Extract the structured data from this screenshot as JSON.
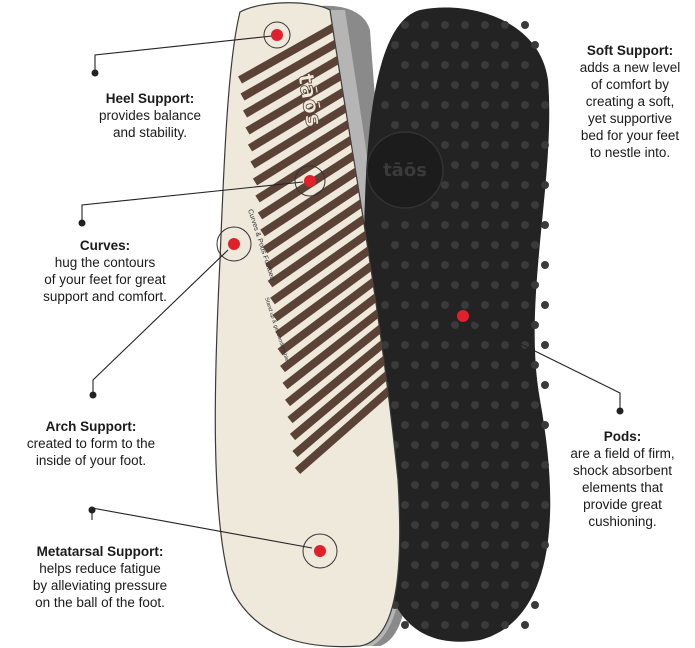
{
  "brand_logo": "tāōs",
  "footbed_print": [
    "Curves & Pods Footbed",
    "Stand up & get comfortable"
  ],
  "callouts": {
    "heel": {
      "title": "Heel Support:",
      "lines": [
        "provides balance",
        "and stability."
      ]
    },
    "curves": {
      "title": "Curves:",
      "lines": [
        "hug the contours",
        "of your feet for great",
        "support and comfort."
      ]
    },
    "arch": {
      "title": "Arch Support:",
      "lines": [
        "created to form to the",
        "inside of your foot."
      ]
    },
    "metatarsal": {
      "title": "Metatarsal Support:",
      "lines": [
        "helps reduce fatigue",
        "by alleviating pressure",
        "on the ball of the foot."
      ]
    },
    "soft": {
      "title": "Soft Support:",
      "lines": [
        "adds a new level",
        "of comfort by",
        "creating a soft,",
        "yet supportive",
        "bed for your feet",
        "to nestle into."
      ]
    },
    "pods": {
      "title": "Pods:",
      "lines": [
        "are a field of firm,",
        "shock absorbent",
        "elements that",
        "provide great",
        "cushioning."
      ]
    }
  },
  "colors": {
    "marker": "#e0202a",
    "stripe": "#5a4236",
    "cream": "#efe9dc",
    "sole": "#222222"
  }
}
